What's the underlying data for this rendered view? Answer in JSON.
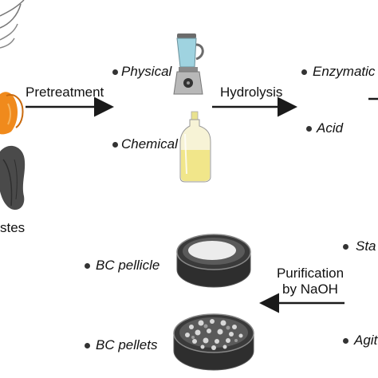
{
  "steps": {
    "pretreatment": "Pretreatment",
    "hydrolysis": "Hydrolysis",
    "purification_line1": "Purification",
    "purification_line2": "by NaOH"
  },
  "pretreatment_methods": [
    "Physical",
    "Chemical"
  ],
  "hydrolysis_methods": [
    "Enzymatic",
    "Acid"
  ],
  "products": [
    "BC pellicle",
    "BC pellets"
  ],
  "partial_labels": {
    "wastes": "stes",
    "static": "Sta",
    "agitated": "Agit"
  },
  "icons": [
    "waste-biomass-icon",
    "blender-icon",
    "chemical-bottle-icon",
    "petri-dish-pellicle-icon",
    "petri-dish-pellets-icon"
  ],
  "colors": {
    "arrow": "#1a1a1a",
    "orange_peel": "#f08a1c",
    "leaf": "#4a4a4a",
    "blender_jar": "#9fd3e0",
    "bottle_liquid": "#f1e68a"
  }
}
